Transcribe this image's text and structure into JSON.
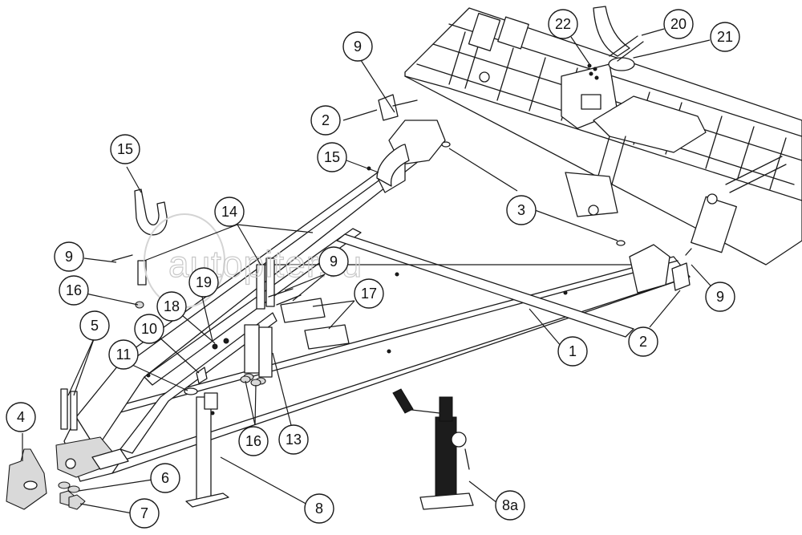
{
  "watermark": {
    "text": "autopiter.ru"
  },
  "callouts": [
    {
      "id": "c1",
      "label": "1"
    },
    {
      "id": "c2a",
      "label": "2"
    },
    {
      "id": "c2b",
      "label": "2"
    },
    {
      "id": "c3",
      "label": "3"
    },
    {
      "id": "c4",
      "label": "4"
    },
    {
      "id": "c5",
      "label": "5"
    },
    {
      "id": "c6",
      "label": "6"
    },
    {
      "id": "c7",
      "label": "7"
    },
    {
      "id": "c8",
      "label": "8"
    },
    {
      "id": "c8a",
      "label": "8a"
    },
    {
      "id": "c9a",
      "label": "9"
    },
    {
      "id": "c9b",
      "label": "9"
    },
    {
      "id": "c9c",
      "label": "9"
    },
    {
      "id": "c9d",
      "label": "9"
    },
    {
      "id": "c10",
      "label": "10"
    },
    {
      "id": "c11",
      "label": "11"
    },
    {
      "id": "c13",
      "label": "13"
    },
    {
      "id": "c14",
      "label": "14"
    },
    {
      "id": "c15a",
      "label": "15"
    },
    {
      "id": "c15b",
      "label": "15"
    },
    {
      "id": "c16a",
      "label": "16"
    },
    {
      "id": "c16b",
      "label": "16"
    },
    {
      "id": "c17",
      "label": "17"
    },
    {
      "id": "c18",
      "label": "18"
    },
    {
      "id": "c19",
      "label": "19"
    },
    {
      "id": "c20",
      "label": "20"
    },
    {
      "id": "c21",
      "label": "21"
    },
    {
      "id": "c22",
      "label": "22"
    }
  ]
}
